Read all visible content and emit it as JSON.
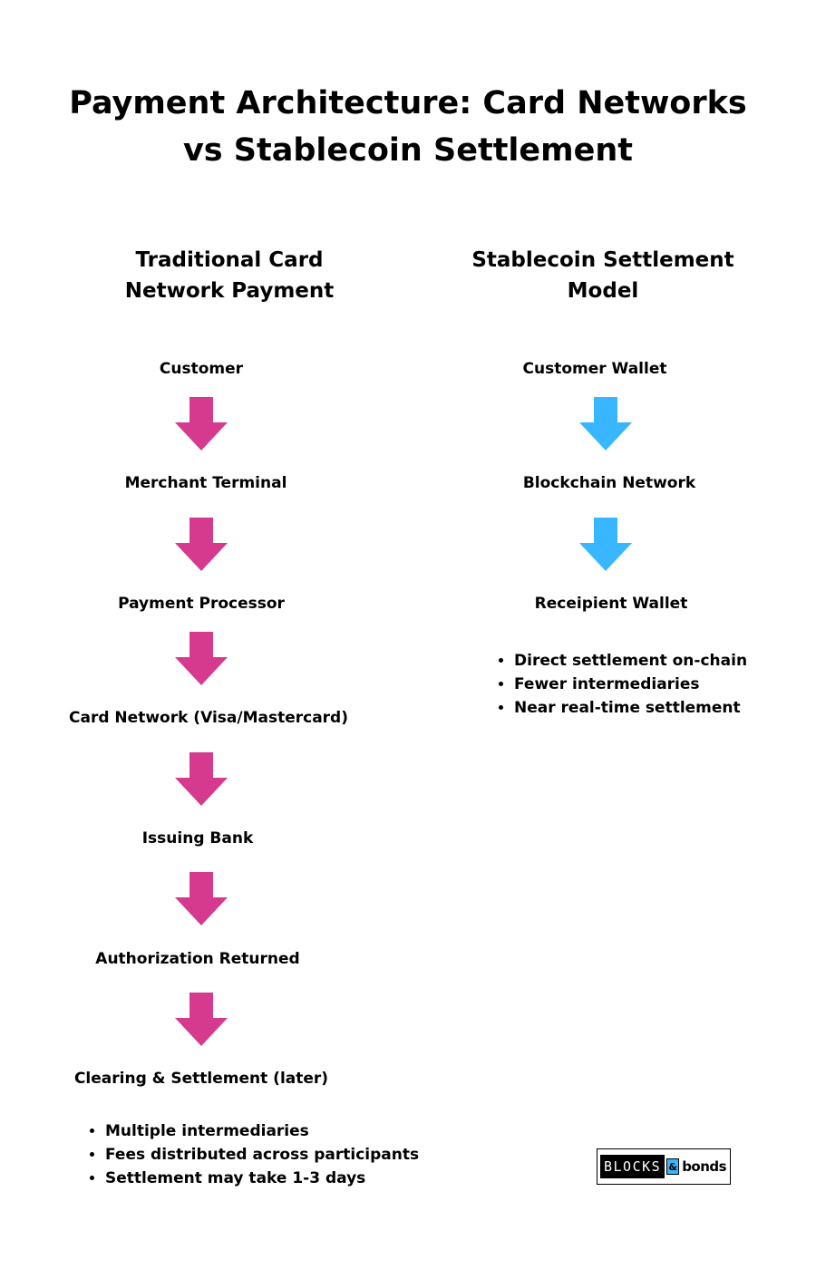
{
  "title": "Payment Architecture: Card Networks\nvs Stablecoin Settlement",
  "colors": {
    "card_arrow": "#d63a8e",
    "stablecoin_arrow": "#38b6ff",
    "logo_accent": "#38b6ff"
  },
  "traditional": {
    "heading": "Traditional Card\nNetwork Payment",
    "steps": [
      "Customer",
      "Merchant Terminal",
      "Payment Processor",
      "Card Network (Visa/Mastercard)",
      "Issuing Bank",
      "Authorization Returned",
      "Clearing & Settlement (later)"
    ],
    "notes": [
      "Multiple intermediaries",
      "Fees distributed across participants",
      "Settlement may take 1-3 days"
    ]
  },
  "stablecoin": {
    "heading": "Stablecoin Settlement\nModel",
    "steps": [
      "Customer Wallet",
      "Blockchain Network",
      "Receipient Wallet"
    ],
    "notes": [
      "Direct settlement on-chain",
      "Fewer intermediaries",
      "Near real-time settlement"
    ]
  },
  "logo": {
    "blocks": "BLOCKS",
    "amp": "&",
    "bonds": "bonds"
  }
}
